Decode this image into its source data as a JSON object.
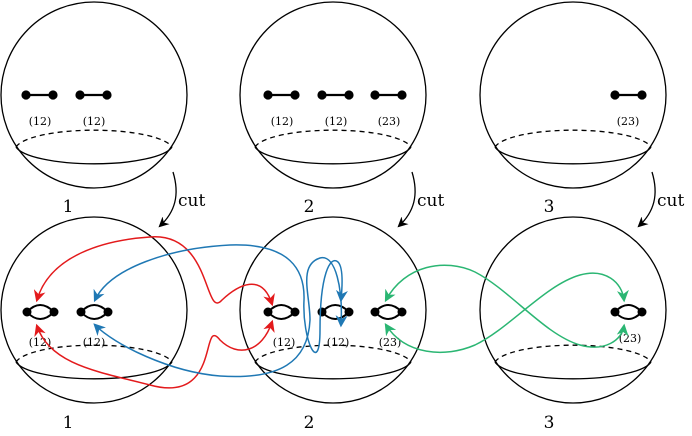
{
  "top_row": [
    {
      "number": "1",
      "tags": [
        "(12)",
        "(12)"
      ]
    },
    {
      "number": "2",
      "tags": [
        "(12)",
        "(12)",
        "(23)"
      ]
    },
    {
      "number": "3",
      "tags": [
        "(23)"
      ]
    }
  ],
  "bottom_row": [
    {
      "number": "1",
      "tags": [
        "(12)",
        "(12)"
      ]
    },
    {
      "number": "2",
      "tags": [
        "(12)",
        "(12)",
        "(23)"
      ]
    },
    {
      "number": "3",
      "tags": [
        "(23)"
      ]
    }
  ],
  "cut_label": "cut",
  "colors": {
    "red": "#e31a1c",
    "blue": "#1f78b4",
    "green": "#2bb673",
    "ink": "#000000"
  }
}
